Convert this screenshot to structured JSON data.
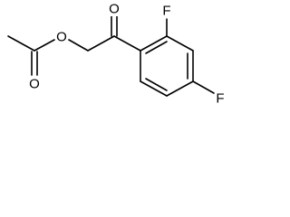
{
  "molecule": {
    "atoms": {
      "o_ketone": "O",
      "o_ester": "O",
      "o_acetyl": "O",
      "f_ortho": "F",
      "f_para": "F"
    }
  },
  "colors": {
    "bond": "#000000",
    "label": "#000000",
    "background": "#ffffff"
  }
}
